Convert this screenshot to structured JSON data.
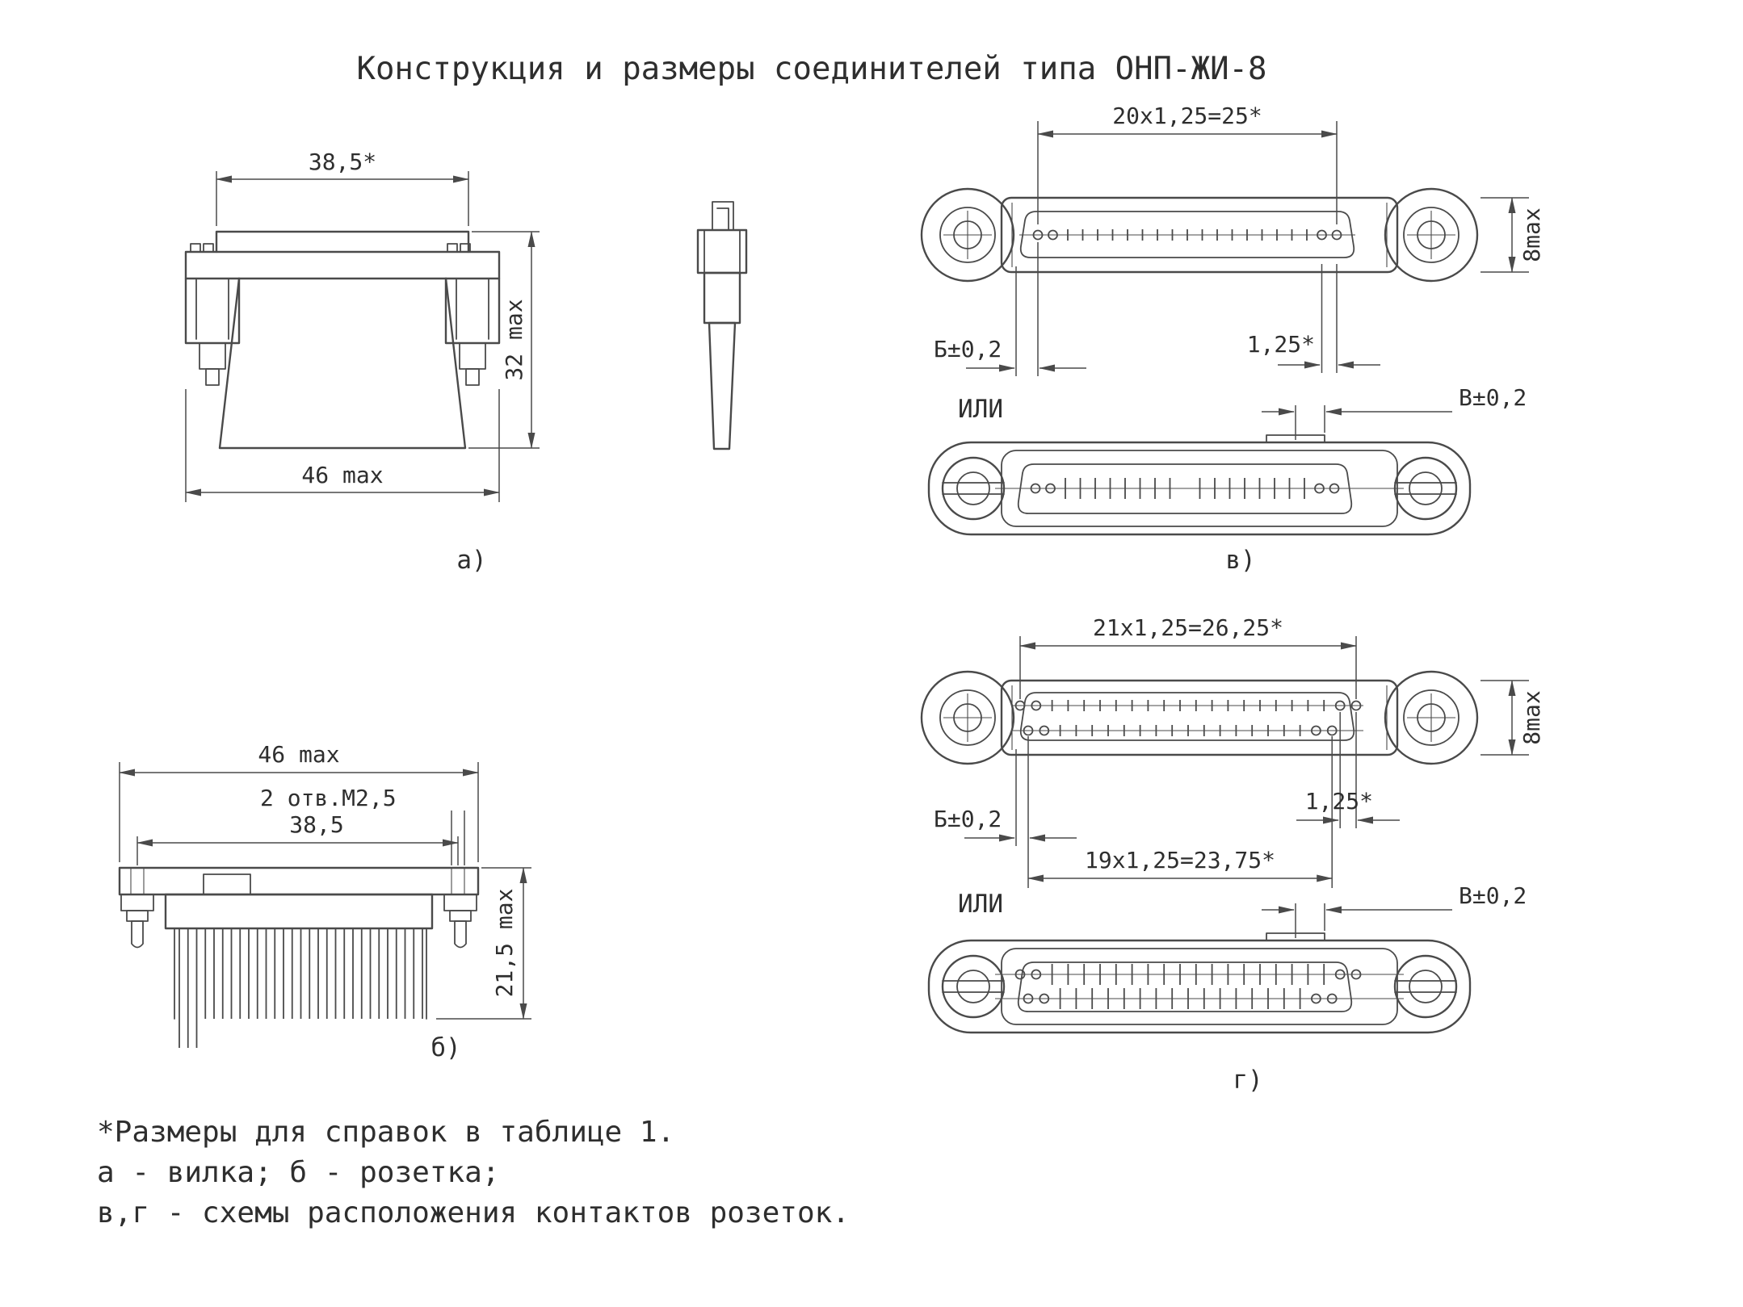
{
  "title": "Конструкция и размеры соединителей типа ОНП-ЖИ-8",
  "view_a": {
    "label": "а)",
    "dim_width_top": "38,5*",
    "dim_height": "32 max",
    "dim_width_bottom": "46 max"
  },
  "view_b": {
    "label": "б)",
    "dim_width": "46 max",
    "dim_holes": "2 отв.М2,5",
    "dim_hole_span": "38,5",
    "dim_height": "21,5 max"
  },
  "view_v": {
    "label": "в)",
    "or_label": "ИЛИ",
    "dim_row": "20х1,25=25*",
    "dim_height": "8max",
    "dim_b": "Б±0,2",
    "dim_pitch": "1,25*",
    "dim_v": "В±0,2"
  },
  "view_g": {
    "label": "г)",
    "or_label": "ИЛИ",
    "dim_row_top": "21х1,25=26,25*",
    "dim_height": "8max",
    "dim_b": "Б±0,2",
    "dim_pitch": "1,25*",
    "dim_row_bottom": "19х1,25=23,75*",
    "dim_v": "В±0,2"
  },
  "notes": {
    "line1": "*Размеры для справок в таблице 1.",
    "line2": "а - вилка; б - розетка;",
    "line3": "в,г - схемы расположения контактов розеток."
  }
}
